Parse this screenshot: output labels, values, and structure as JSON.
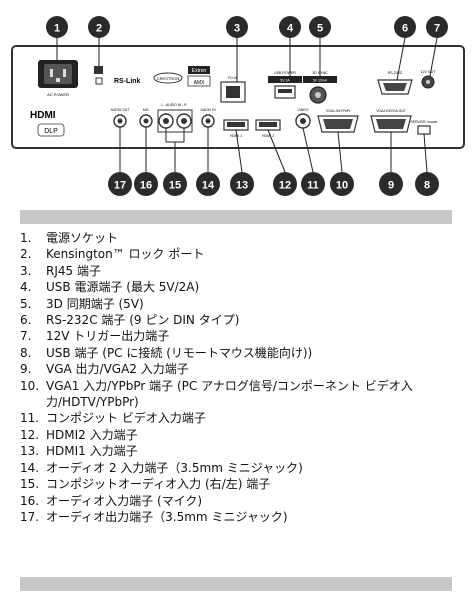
{
  "figure": {
    "ac_power_label": "AC POWER",
    "logos": [
      "RS-Link",
      "CRESTRON",
      "Extron",
      "AMX"
    ],
    "port_labels": {
      "rj45": "RJ-45",
      "usb_power": "USB POWER",
      "usb_power_sub": "5V 2A",
      "sync_3d": "3D SYNC",
      "sync_3d_sub": "5V 10mA",
      "rs232": "RS-232C",
      "dc_out": "12V OUT",
      "usb_service": "SERVICE/ mouse",
      "vga1": "VGA1-IN/YPbPr",
      "vga_out": "VGA2-IN/VGA OUT",
      "video": "VIDEO",
      "hdmi1": "HDMI 1",
      "hdmi2": "HDMI 2",
      "audio_out": "AUDIO OUT",
      "mic": "MIC",
      "audio_lr": "L - AUDIO IN - R",
      "audio_in": "AUDIO IN"
    },
    "top_callouts": [
      "1",
      "2",
      "3",
      "4",
      "5",
      "6",
      "7"
    ],
    "bottom_callouts": [
      "17",
      "16",
      "15",
      "14",
      "13",
      "12",
      "11",
      "10",
      "9",
      "8"
    ]
  },
  "legend": [
    {
      "n": "1.",
      "text": "電源ソケット"
    },
    {
      "n": "2.",
      "text": "Kensington™ ロック ポート"
    },
    {
      "n": "3.",
      "text": "RJ45 端子"
    },
    {
      "n": "4.",
      "text": "USB 電源端子 (最大 5V/2A)"
    },
    {
      "n": "5.",
      "text": "3D 同期端子 (5V)"
    },
    {
      "n": "6.",
      "text": "RS-232C 端子 (9 ピン DIN タイプ)"
    },
    {
      "n": "7.",
      "text": "12V トリガー出力端子"
    },
    {
      "n": "8.",
      "text": "USB 端子 (PC に接続 (リモートマウス機能向け))"
    },
    {
      "n": "9.",
      "text": "VGA 出力/VGA2 入力端子"
    },
    {
      "n": "10.",
      "text": "VGA1 入力/YPbPr 端子 (PC アナログ信号/コンポーネント ビデオ入力/HDTV/YPbPr)"
    },
    {
      "n": "11.",
      "text": "コンポジット ビデオ入力端子"
    },
    {
      "n": "12.",
      "text": "HDMI2 入力端子"
    },
    {
      "n": "13.",
      "text": "HDMI1 入力端子"
    },
    {
      "n": "14.",
      "text": "オーディオ 2 入力端子（3.5mm ミニジャック)"
    },
    {
      "n": "15.",
      "text": "コンポジットオーディオ入力 (右/左) 端子"
    },
    {
      "n": "16.",
      "text": "オーディオ入力端子 (マイク)"
    },
    {
      "n": "17.",
      "text": "オーディオ出力端子（3.5mm ミニジャック)"
    }
  ]
}
